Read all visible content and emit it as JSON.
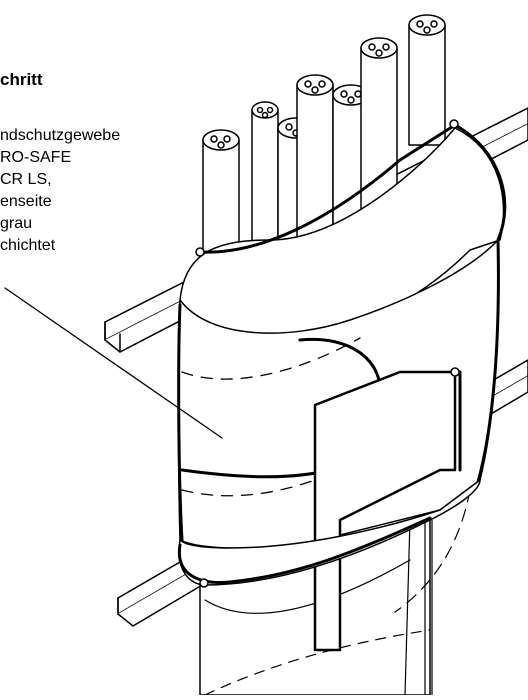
{
  "label": {
    "title": "chritt",
    "lines": [
      "ndschutzgewebe",
      "RO-SAFE",
      "CR LS,",
      "enseite",
      "grau",
      "chichtet"
    ]
  },
  "colors": {
    "stroke": "#000000",
    "fill": "#ffffff"
  }
}
